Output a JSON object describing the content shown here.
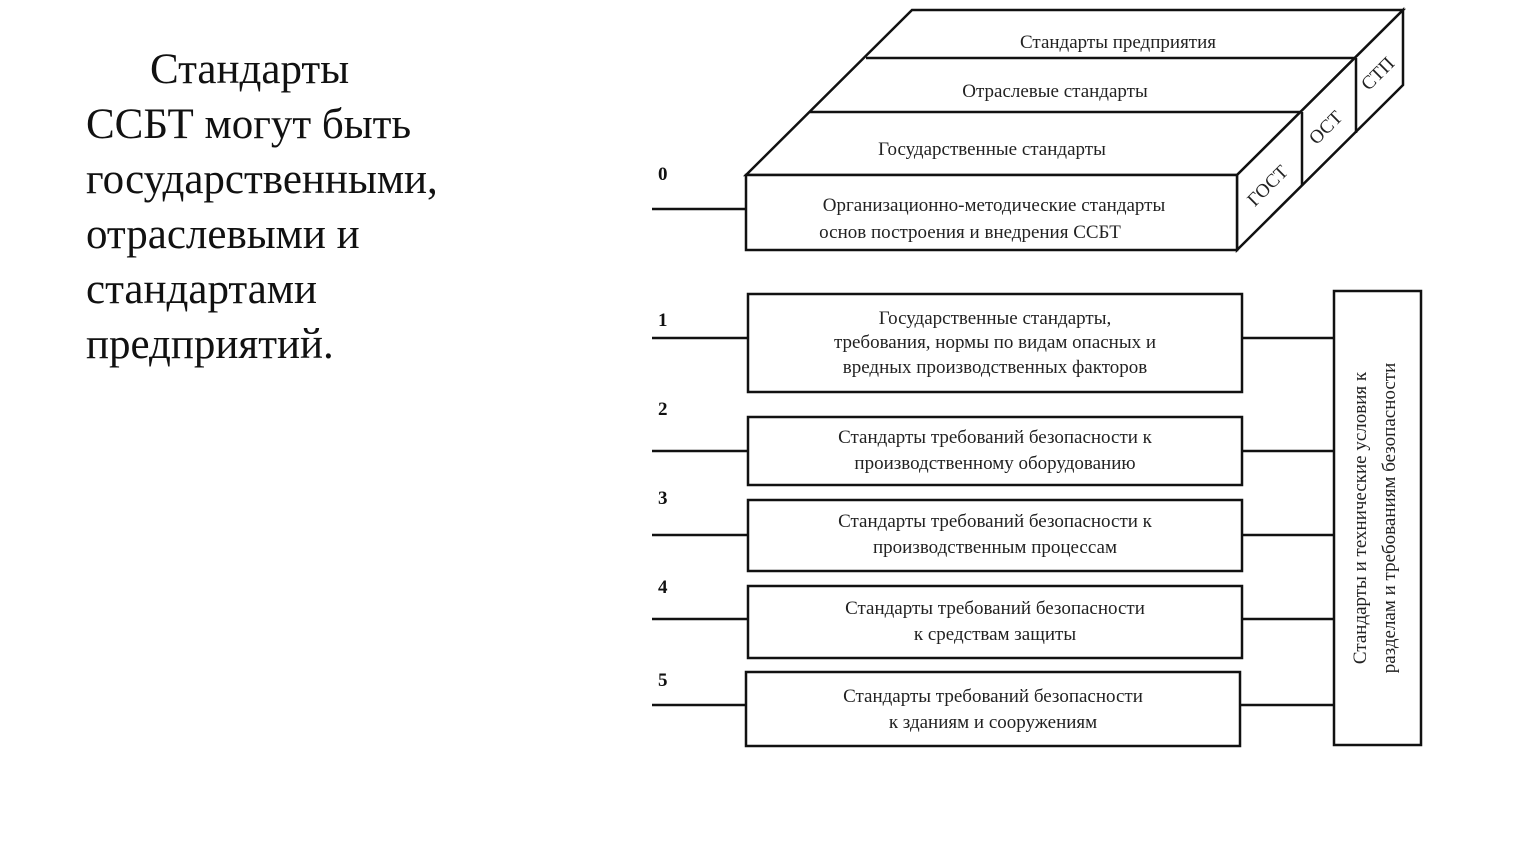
{
  "slide_text": {
    "lines": [
      "Стандарты",
      "ССБТ могут быть",
      "государственными,",
      "отраслевыми и",
      "стандартами",
      "предприятий."
    ]
  },
  "diagram": {
    "top_block": {
      "layers": {
        "enterprise": "Стандарты предприятия",
        "industry": "Отраслевые стандарты",
        "state": "Государственные стандарты"
      },
      "front_lines": [
        "Организационно-методические стандарты",
        "основ построения и внедрения ССБТ"
      ],
      "side_labels": [
        "ГОСТ",
        "ОСТ",
        "СТП"
      ]
    },
    "levels": [
      {
        "number": "0"
      },
      {
        "number": "1",
        "lines": [
          "Государственные стандарты,",
          "требования, нормы по видам опасных и",
          "вредных производственных факторов"
        ]
      },
      {
        "number": "2",
        "lines": [
          "Стандарты требований безопасности к",
          "производственному оборудованию"
        ]
      },
      {
        "number": "3",
        "lines": [
          "Стандарты требований безопасности к",
          "производственным процессам"
        ]
      },
      {
        "number": "4",
        "lines": [
          "Стандарты требований безопасности",
          "к средствам защиты"
        ]
      },
      {
        "number": "5",
        "lines": [
          "Стандарты требований безопасности",
          "к зданиям и сооружениям"
        ]
      }
    ],
    "side_box_lines": [
      "Стандарты и технические условия к",
      "разделам и требованиям безопасности"
    ]
  }
}
